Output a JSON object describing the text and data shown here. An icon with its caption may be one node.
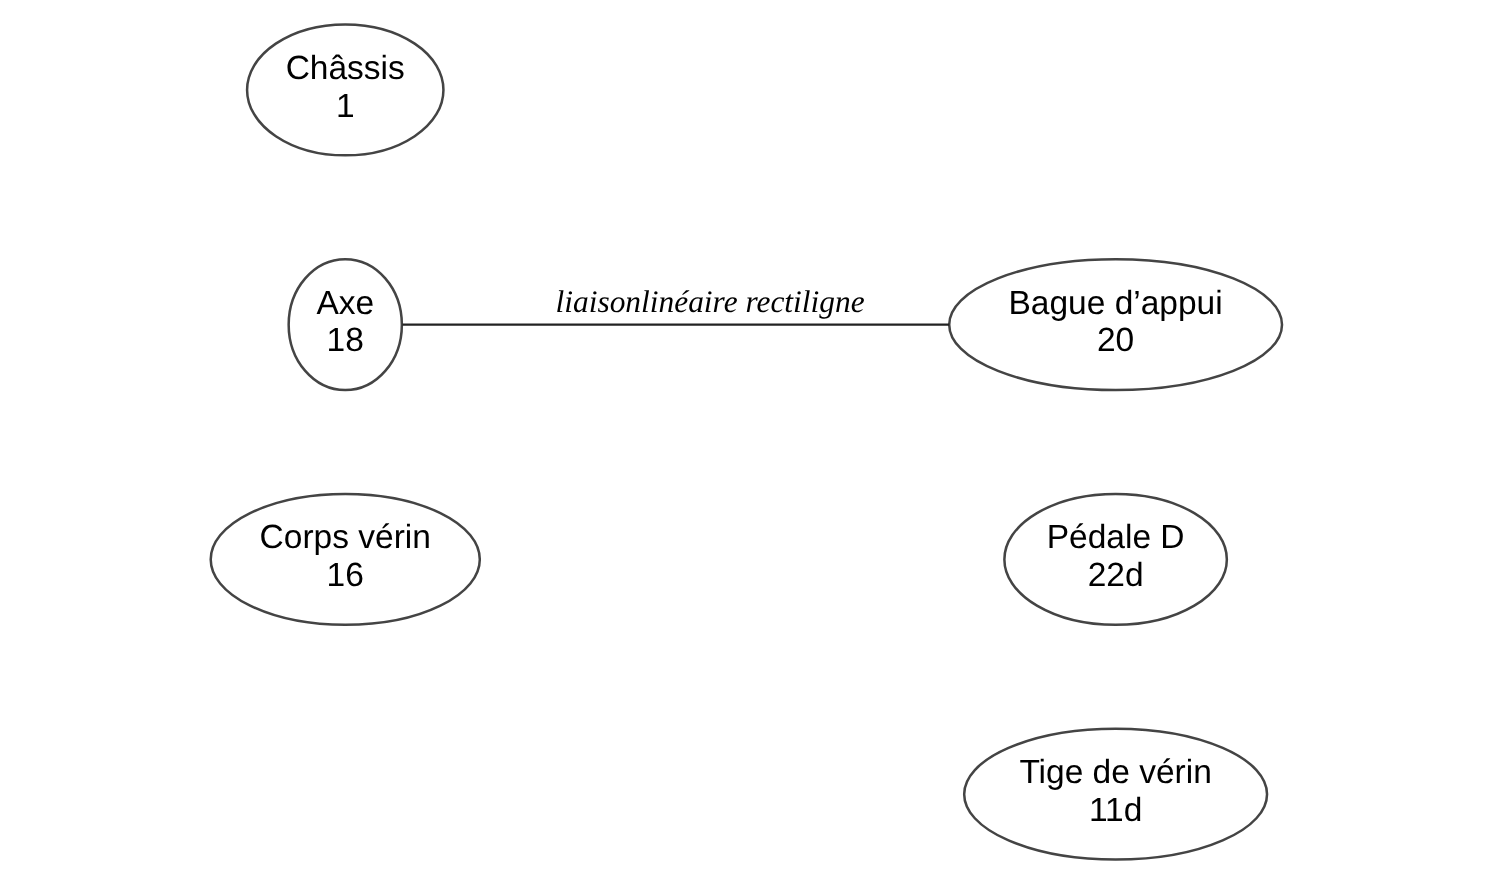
{
  "diagram": {
    "nodes": [
      {
        "text": [
          "Châssis",
          "1"
        ]
      },
      {
        "text": [
          "Axe",
          "18"
        ]
      },
      {
        "text": [
          "Bague d’appui",
          "20"
        ]
      },
      {
        "text": [
          "Corps vérin",
          "16"
        ]
      },
      {
        "text": [
          "Pédale D",
          "22d"
        ]
      },
      {
        "text": [
          "Tige de vérin",
          "11d"
        ]
      }
    ],
    "edges": [
      {
        "from": 1,
        "to": 2,
        "arrow": "none",
        "label": "liaisonlinéaire rectiligne"
      }
    ]
  }
}
